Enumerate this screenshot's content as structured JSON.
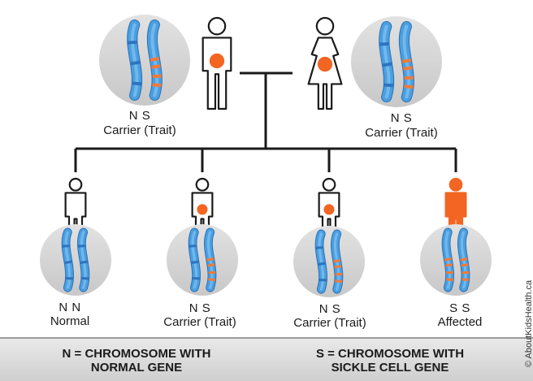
{
  "parents": [
    {
      "genotype": "N  S",
      "status": "Carrier (Trait)"
    },
    {
      "genotype": "N  S",
      "status": "Carrier (Trait)"
    }
  ],
  "children": [
    {
      "genotype": "N  N",
      "status": "Normal"
    },
    {
      "genotype": "N  S",
      "status": "Carrier (Trait)"
    },
    {
      "genotype": "N  S",
      "status": "Carrier (Trait)"
    },
    {
      "genotype": "S  S",
      "status": "Affected"
    }
  ],
  "legend": {
    "normal_line1": "N = CHROMOSOME WITH",
    "normal_line2": "NORMAL GENE",
    "sickle_line1": "S = CHROMOSOME WITH",
    "sickle_line2": "SICKLE CELL GENE"
  },
  "copyright": "© AboutKidsHealth.ca",
  "colors": {
    "normal_gene": "#4a9fe0",
    "sickle_gene": "#f07a3a",
    "carrier_dot": "#f26522",
    "affected_figure": "#f26522",
    "circle_bg": "#d6d6d6",
    "line": "#1a1a1a"
  }
}
